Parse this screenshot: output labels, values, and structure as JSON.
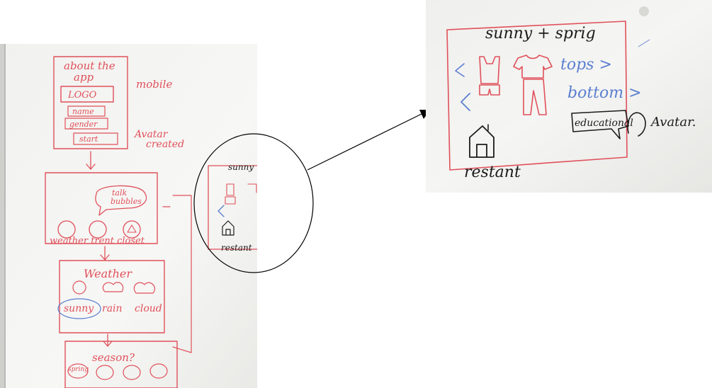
{
  "left_board": {
    "title_line1": "about the",
    "title_line2": "app",
    "mobile": "mobile",
    "logo": "LOGO",
    "name": "name",
    "gender": "gender",
    "start": "start",
    "avatar": "Avatar",
    "created": "created",
    "talk_bubbles_line1": "talk",
    "talk_bubbles_line2": "bubbles",
    "nav_labels": "weather trent closet",
    "weather": "Weather",
    "sunny": "sunny",
    "rain": "rain",
    "cloud": "cloud",
    "season": "season?",
    "spring": "spring",
    "zoom_sunny": "sunny",
    "zoom_restaurant": "restant"
  },
  "right_board": {
    "title": "sunny + sprig",
    "tops": "tops >",
    "bottoms": "bottom >",
    "education": "educational",
    "avatar": "Avatar.",
    "restaurant": "restant"
  },
  "colors": {
    "marker_red": "#e0505a",
    "marker_black": "#1b1b1b",
    "marker_blue": "#5b7fd0",
    "board_white": "#f3f3f1"
  }
}
